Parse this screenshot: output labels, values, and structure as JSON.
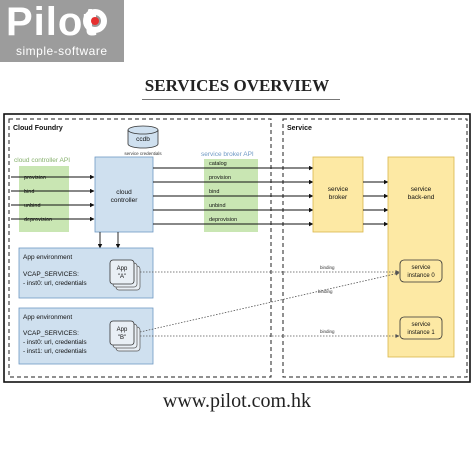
{
  "logo": {
    "name": "Pilot",
    "subtitle": "simple-software"
  },
  "page_title": "SERVICES OVERVIEW",
  "footer_url": "www.pilot.com.hk",
  "diagram": {
    "cloud_foundry_label": "Cloud Foundry",
    "service_label": "Service",
    "ccdb_label": "ccdb",
    "ccdb_caption": "service credentials",
    "cc_api_label": "cloud controller API",
    "cc_api_items": [
      "provision",
      "bind",
      "unbind",
      "deprovision"
    ],
    "cloud_controller": [
      "cloud",
      "controller"
    ],
    "broker_api_label": "service broker API",
    "broker_api_items": [
      "catalog",
      "provision",
      "bind",
      "unbind",
      "deprovision"
    ],
    "service_broker": [
      "service",
      "broker"
    ],
    "service_backend": [
      "service",
      "back-end"
    ],
    "app_env_1": {
      "title": "App environment",
      "lines": [
        "VCAP_SERVICES:",
        "- inst0: url, credentials"
      ]
    },
    "app_env_2": {
      "title": "App environment",
      "lines": [
        "VCAP_SERVICES:",
        "- inst0: url, credentials",
        "- inst1: url, credentials"
      ]
    },
    "app_a": [
      "App",
      "\"A\""
    ],
    "app_b": [
      "App",
      "\"B\""
    ],
    "instance_0": [
      "service",
      "instance 0"
    ],
    "instance_1": [
      "service",
      "instance 1"
    ],
    "binding_label": "binding",
    "colors": {
      "green_api": "#c9e6b3",
      "blue_box": "#cfe0ef",
      "yellow_box": "#fde9a4",
      "api_label_green": "#86b06c",
      "api_label_blue": "#6f99c4"
    }
  }
}
